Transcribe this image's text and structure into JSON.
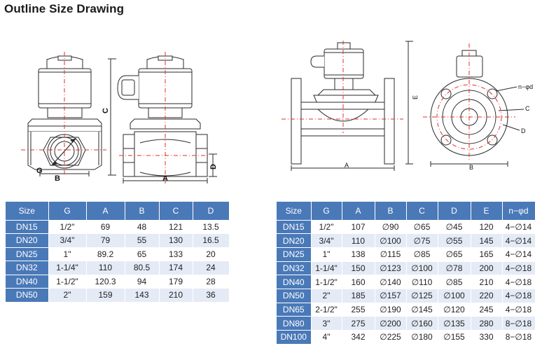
{
  "title": "Outline Size Drawing",
  "drawing_labels": {
    "left_g": "G",
    "left_b": "B",
    "mid_c": "C",
    "mid_a": "A",
    "mid_d": "D",
    "right_e": "E",
    "right_a": "A",
    "flange_b": "B",
    "flange_nd": "n−φd",
    "flange_c": "C",
    "flange_d": "D"
  },
  "threaded_table": {
    "headers": [
      "Size",
      "G",
      "A",
      "B",
      "C",
      "D"
    ],
    "rows": [
      [
        "DN15",
        "1/2\"",
        "69",
        "48",
        "121",
        "13.5"
      ],
      [
        "DN20",
        "3/4\"",
        "79",
        "55",
        "130",
        "16.5"
      ],
      [
        "DN25",
        "1\"",
        "89.2",
        "65",
        "133",
        "20"
      ],
      [
        "DN32",
        "1-1/4\"",
        "110",
        "80.5",
        "174",
        "24"
      ],
      [
        "DN40",
        "1-1/2\"",
        "120.3",
        "94",
        "179",
        "28"
      ],
      [
        "DN50",
        "2\"",
        "159",
        "143",
        "210",
        "36"
      ]
    ]
  },
  "flanged_table": {
    "headers": [
      "Size",
      "G",
      "A",
      "B",
      "C",
      "D",
      "E",
      "n−φd"
    ],
    "rows": [
      [
        "DN15",
        "1/2\"",
        "107",
        "∅90",
        "∅65",
        "∅45",
        "120",
        "4−∅14"
      ],
      [
        "DN20",
        "3/4\"",
        "110",
        "∅100",
        "∅75",
        "∅55",
        "145",
        "4−∅14"
      ],
      [
        "DN25",
        "1\"",
        "138",
        "∅115",
        "∅85",
        "∅65",
        "165",
        "4−∅14"
      ],
      [
        "DN32",
        "1-1/4\"",
        "150",
        "∅123",
        "∅100",
        "∅78",
        "200",
        "4−∅18"
      ],
      [
        "DN40",
        "1-1/2\"",
        "160",
        "∅140",
        "∅110",
        "∅85",
        "210",
        "4−∅18"
      ],
      [
        "DN50",
        "2\"",
        "185",
        "∅157",
        "∅125",
        "∅100",
        "220",
        "4−∅18"
      ],
      [
        "DN65",
        "2-1/2\"",
        "255",
        "∅190",
        "∅145",
        "∅120",
        "245",
        "4−∅18"
      ],
      [
        "DN80",
        "3\"",
        "275",
        "∅200",
        "∅160",
        "∅135",
        "280",
        "8−∅18"
      ],
      [
        "DN100",
        "4\"",
        "342",
        "∅225",
        "∅180",
        "∅155",
        "330",
        "8−∅18"
      ]
    ]
  }
}
